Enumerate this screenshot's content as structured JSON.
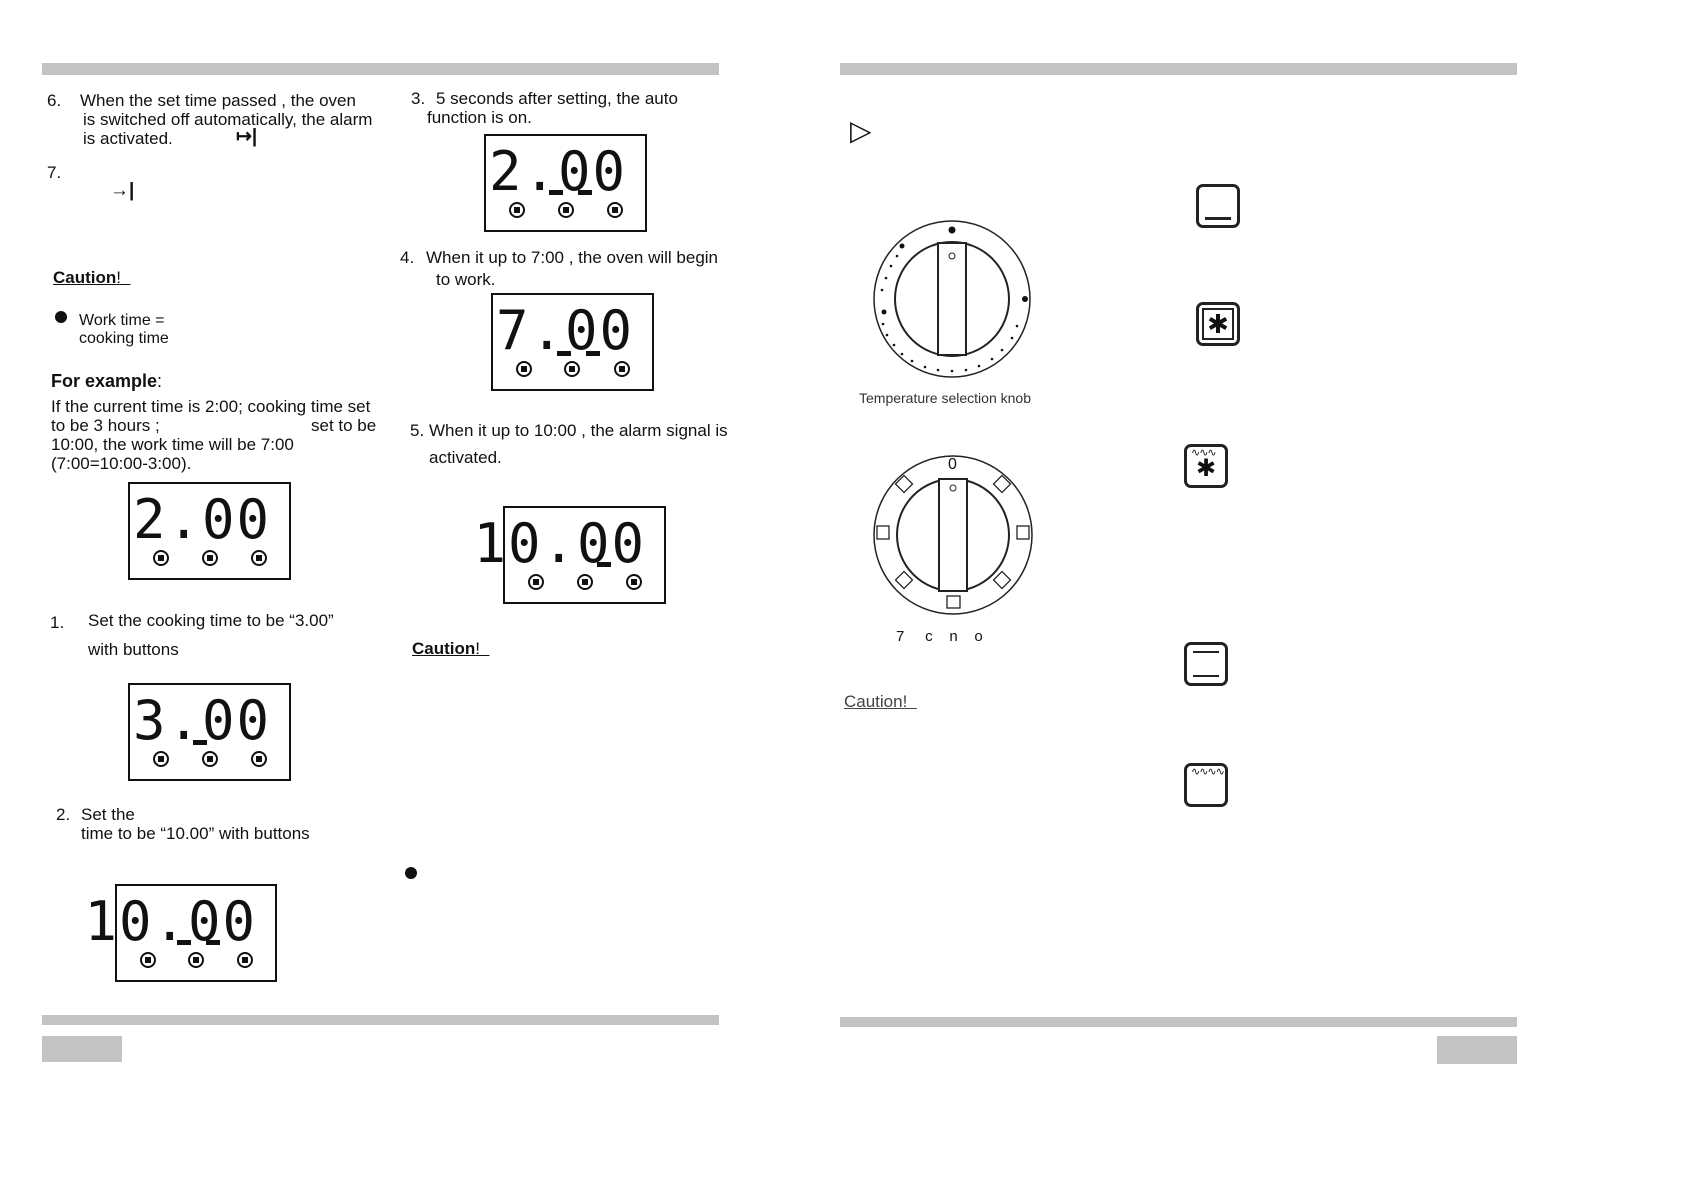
{
  "left_page": {
    "step6": {
      "num": "6.",
      "line1": "When  the set time  passed , the oven",
      "line2": "is switched off automatically, the alarm",
      "line3": "is activated.",
      "symbol": "↦|"
    },
    "step7": {
      "num": "7.",
      "symbol": "→|"
    },
    "caution1": "Caution",
    "caution1_mark": "!",
    "bullet": {
      "line1": "Work  time  =",
      "line2": "cooking  time"
    },
    "example": {
      "heading": "For  example",
      "heading_colon": ":",
      "line1": "If the current time is 2:00;  cooking time set",
      "line2a": "to be 3 hours ;",
      "line2b": "set to be",
      "line3": "10:00, the work  time  will  be 7:00",
      "line4": "(7:00=10:00-3:00)."
    },
    "display1": "2.00",
    "step1": {
      "num": "1.",
      "line1": "Set  the  cooking  time  to be “3.00”",
      "line2": "with buttons"
    },
    "display2": "3.00",
    "step2": {
      "num": "2.",
      "line1": "Set the",
      "line2": "time to be  “10.00” with buttons"
    },
    "display3": "10.00"
  },
  "middle_column": {
    "step3": {
      "num": "3.",
      "line1": "5 seconds after setting, the auto",
      "line2": "function  is on."
    },
    "display4": "2.00",
    "step4": {
      "num": "4.",
      "line1": "When it up to 7:00   , the oven will begin",
      "line2": "to work."
    },
    "display5": "7.00",
    "step5": {
      "num": "5.",
      "line1": "When it up to 10:00  , the  alarm signal is",
      "line2": "activated."
    },
    "display6": "10.00",
    "caution2": "Caution",
    "caution2_mark": "!"
  },
  "right_page": {
    "arrow": "▷",
    "knob1_caption": "Temperature  selection  knob",
    "knob2_top_label": "0",
    "knob2_caption": "7     c    n    o",
    "caution3": "Caution!"
  }
}
